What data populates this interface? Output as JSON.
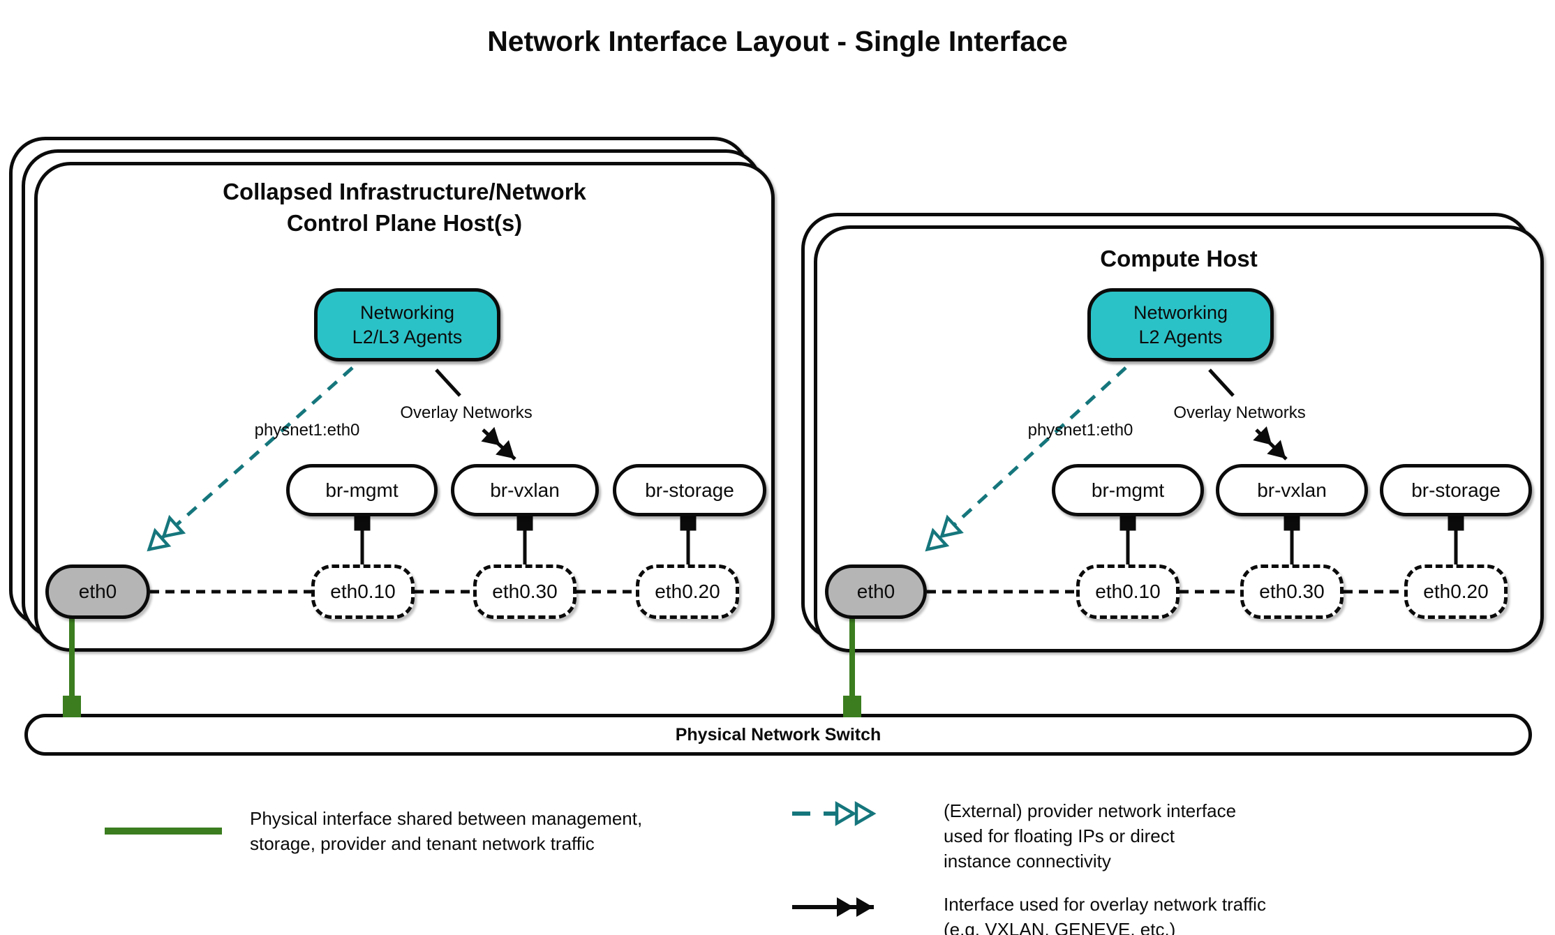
{
  "title": "Network Interface Layout - Single Interface",
  "hosts": {
    "control": {
      "title": "Collapsed Infrastructure/Network\nControl Plane Host(s)",
      "agent_label": "Networking\nL2/L3 Agents",
      "provider_arrow_label": "physnet1:eth0",
      "overlay_arrow_label": "Overlay Networks",
      "bridges": [
        "br-mgmt",
        "br-vxlan",
        "br-storage"
      ],
      "eth": "eth0",
      "vlans": [
        "eth0.10",
        "eth0.30",
        "eth0.20"
      ]
    },
    "compute": {
      "title": "Compute Host",
      "agent_label": "Networking\nL2 Agents",
      "provider_arrow_label": "physnet1:eth0",
      "overlay_arrow_label": "Overlay Networks",
      "bridges": [
        "br-mgmt",
        "br-vxlan",
        "br-storage"
      ],
      "eth": "eth0",
      "vlans": [
        "eth0.10",
        "eth0.30",
        "eth0.20"
      ]
    }
  },
  "switch_bar": {
    "label": "Physical Network Switch"
  },
  "legend": [
    {
      "symbol": "green-solid-line",
      "text": "Physical interface shared between management,\nstorage, provider and tenant network traffic"
    },
    {
      "symbol": "teal-dashed-double-arrow",
      "text": "(External) provider network interface\nused for floating IPs or direct\ninstance connectivity"
    },
    {
      "symbol": "black-solid-double-arrow",
      "text": "Interface used for overlay network traffic\n(e.g. VXLAN, GENEVE, etc.)"
    }
  ],
  "colors": {
    "agent_fill": "#2BC2C7",
    "provider_arrow_teal": "#15767C",
    "physical_link_green": "#3B7D1F",
    "eth_fill": "#B5B5B5"
  }
}
